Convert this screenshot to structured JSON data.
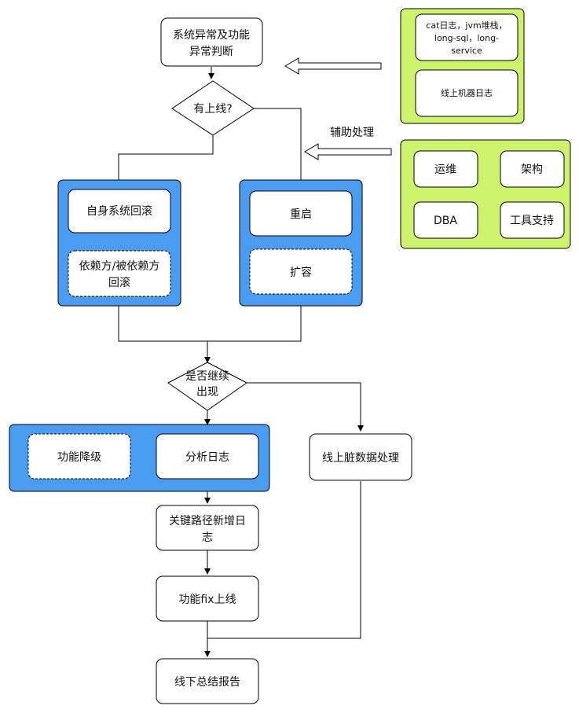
{
  "nodes": {
    "start": {
      "line1": "系统异常及功能",
      "line2": "异常判断"
    },
    "decision_online": "有上线?",
    "self_rollback": "自身系统回滚",
    "dep_rollback": {
      "line1": "依赖方/被依赖方",
      "line2": "回滚"
    },
    "restart": "重启",
    "scale_out": "扩容",
    "decision_recur": {
      "line1": "是否继续",
      "line2": "出现"
    },
    "degrade": "功能降级",
    "analyze_logs": "分析日志",
    "add_logs": {
      "line1": "关键路径新增日",
      "line2": "志"
    },
    "fix_release": "功能fix上线",
    "dirty_data": "线上脏数据处理",
    "report": "线下总结报告"
  },
  "sources_panel": {
    "logs": {
      "line1": "cat日志，jvm堆栈，",
      "line2": "long-sql，long-",
      "line3": "service"
    },
    "machine_logs": "线上机器日志"
  },
  "assist_label": "辅助处理",
  "assist_panel": {
    "ops": "运维",
    "arch": "架构",
    "dba": "DBA",
    "tools": "工具支持"
  },
  "colors": {
    "blue_panel": "#4a9cf0",
    "green_panel": "#cdf26b",
    "stroke": "#000000",
    "box_fill": "#ffffff"
  }
}
